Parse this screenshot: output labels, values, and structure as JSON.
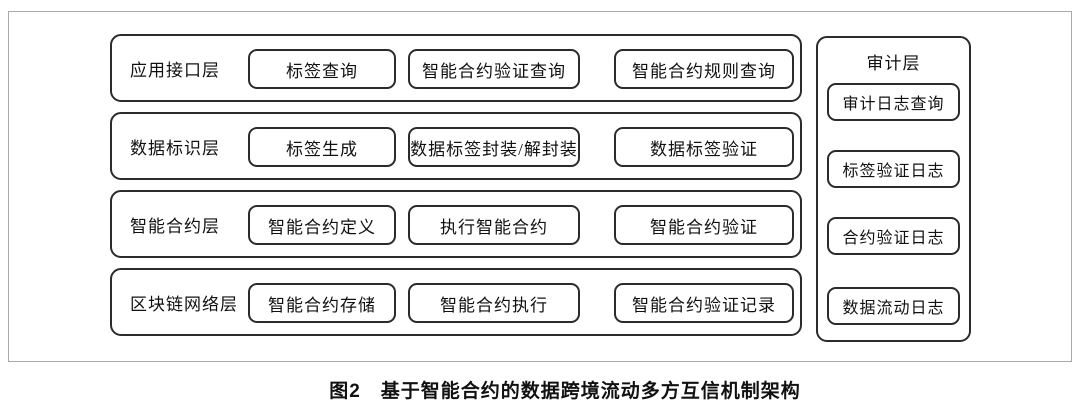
{
  "diagram": {
    "layers": [
      {
        "label": "应用接口层",
        "boxes": [
          "标签查询",
          "智能合约验证查询",
          "智能合约规则查询"
        ]
      },
      {
        "label": "数据标识层",
        "boxes": [
          "标签生成",
          "数据标签封装/解封装",
          "数据标签验证"
        ]
      },
      {
        "label": "智能合约层",
        "boxes": [
          "智能合约定义",
          "执行智能合约",
          "智能合约验证"
        ]
      },
      {
        "label": "区块链网络层",
        "boxes": [
          "智能合约存储",
          "智能合约执行",
          "智能合约验证记录"
        ]
      }
    ],
    "audit": {
      "title": "审计层",
      "boxes": [
        "审计日志查询",
        "标签验证日志",
        "合约验证日志",
        "数据流动日志"
      ]
    },
    "caption": "图2　基于智能合约的数据跨境流动多方互信机制架构",
    "colors": {
      "border_dark": "#2b2b2b",
      "border_light": "#a9a9a9",
      "background": "#ffffff",
      "text": "#111111"
    }
  }
}
